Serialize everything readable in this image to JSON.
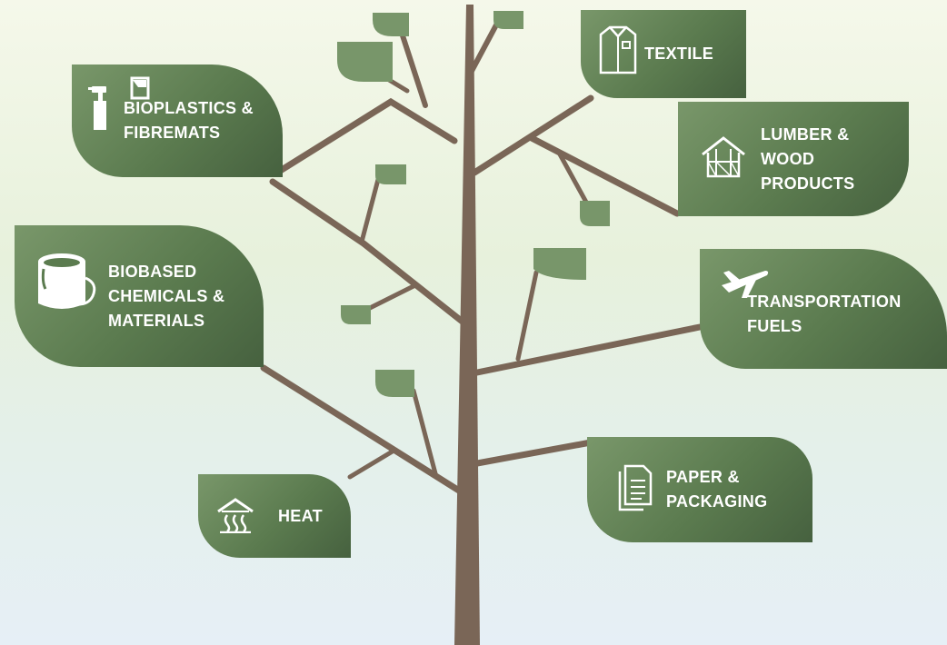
{
  "colors": {
    "card_light": "#79976a",
    "card_dark": "#46613f",
    "leaf": "#78966a",
    "trunk": "#7a6657",
    "text": "#ffffff"
  },
  "products": [
    {
      "id": "bioplastics",
      "label": "BIOPLASTICS &\nFIBREMATS",
      "icons": [
        "spray-bottle-icon",
        "car-door-icon"
      ]
    },
    {
      "id": "textile",
      "label": "TEXTILE",
      "icons": [
        "shirt-icon"
      ]
    },
    {
      "id": "lumber",
      "label": "LUMBER &\nWOOD\nPRODUCTS",
      "icons": [
        "house-frame-icon"
      ]
    },
    {
      "id": "chemicals",
      "label": "BIOBASED\nCHEMICALS &\nMATERIALS",
      "icons": [
        "paint-bucket-icon"
      ]
    },
    {
      "id": "fuels",
      "label": "TRANSPORTATION\nFUELS",
      "icons": [
        "airplane-icon"
      ]
    },
    {
      "id": "heat",
      "label": "HEAT",
      "icons": [
        "heat-house-icon"
      ]
    },
    {
      "id": "paper",
      "label": "PAPER &\nPACKAGING",
      "icons": [
        "document-icon"
      ]
    }
  ]
}
